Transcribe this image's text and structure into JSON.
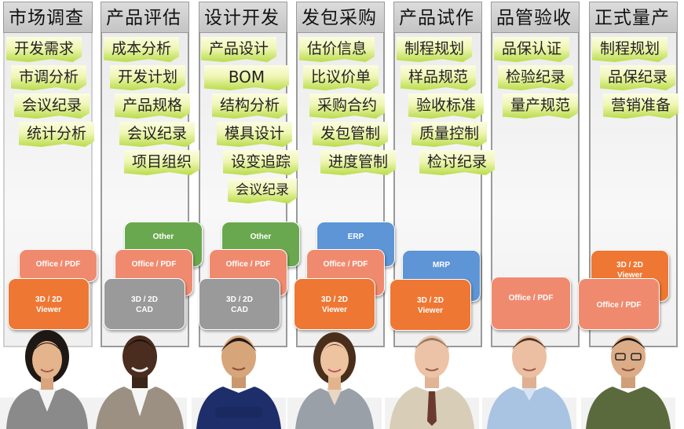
{
  "columns": [
    {
      "title": "市场调查",
      "notes": [
        "开发需求",
        "市调分析",
        "会议纪录",
        "统计分析"
      ],
      "tiles": [
        "Office / PDF",
        "3D / 2D Viewer"
      ]
    },
    {
      "title": "产品评估",
      "notes": [
        "成本分析",
        "开发计划",
        "产品规格",
        "会议纪录",
        "项目组织"
      ],
      "tiles": [
        "Other",
        "Office / PDF",
        "3D / 2D CAD"
      ]
    },
    {
      "title": "设计开发",
      "notes": [
        "产品设计",
        "BOM",
        "结构分析",
        "模具设计",
        "设变追踪",
        "会议纪录"
      ],
      "tiles": [
        "Other",
        "Office / PDF",
        "3D / 2D CAD"
      ]
    },
    {
      "title": "发包采购",
      "notes": [
        "估价信息",
        "比议价单",
        "采购合约",
        "发包管制",
        "进度管制"
      ],
      "tiles": [
        "ERP",
        "Office / PDF",
        "3D / 2D Viewer"
      ]
    },
    {
      "title": "产品试作",
      "notes": [
        "制程规划",
        "样品规范",
        "验收标准",
        "质量控制",
        "检讨纪录"
      ],
      "tiles": [
        "MRP",
        "3D / 2D Viewer"
      ]
    },
    {
      "title": "品管验收",
      "notes": [
        "品保认证",
        "检验纪录",
        "量产规范"
      ],
      "tiles": [
        "Office / PDF"
      ]
    },
    {
      "title": "正式量产",
      "notes": [
        "制程规划",
        "品保纪录",
        "营销准备"
      ],
      "tiles": [
        "3D / 2D Viewer",
        "Office / PDF"
      ]
    }
  ],
  "colors": {
    "note_green": "#b9dc4a",
    "tile_orange": "#ee7733",
    "tile_salmon": "#f08a6f",
    "tile_green": "#6aa84f",
    "tile_blue": "#5d95d6",
    "tile_gray": "#9a9a9a"
  },
  "people": [
    "person-icon",
    "person-icon",
    "person-icon",
    "person-icon",
    "person-icon",
    "person-icon",
    "person-icon"
  ]
}
